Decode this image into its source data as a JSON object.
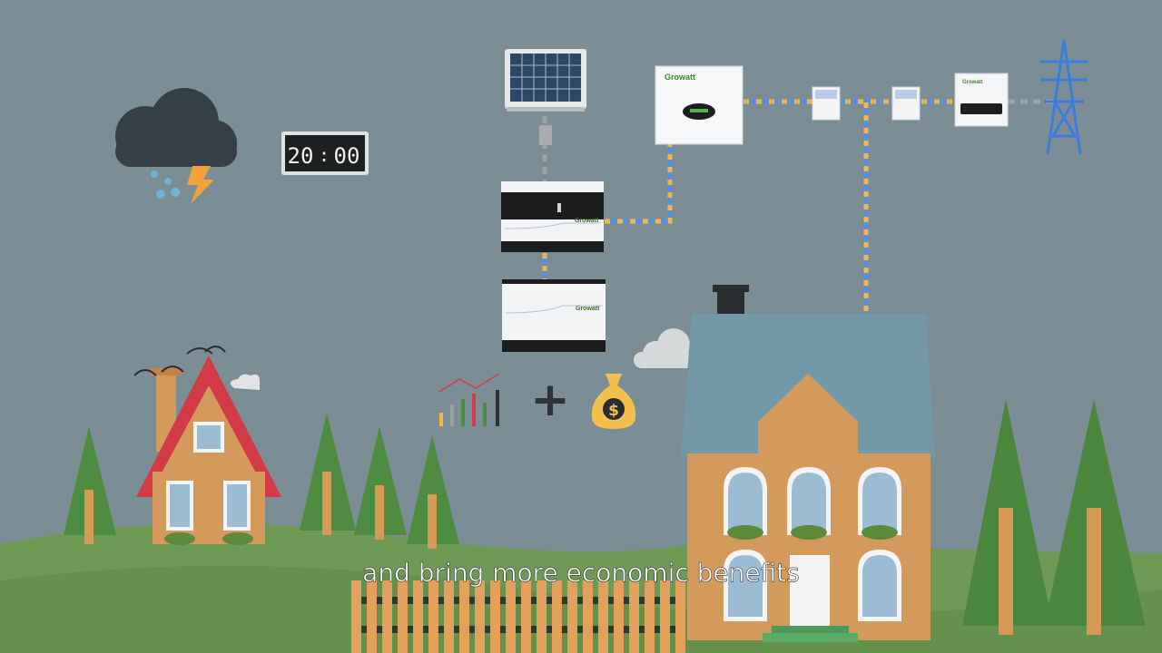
{
  "scene": {
    "clock": {
      "hours": "20",
      "separator": ":",
      "minutes": "00"
    },
    "brand_labels": {
      "inverter": "Growatt",
      "battery_top": "Growatt",
      "battery_bottom": "Growatt",
      "smart_meter": "Growatt"
    },
    "money_symbol": "$",
    "plus_symbol": "+",
    "subtitle": "and bring more economic benefits"
  },
  "colors": {
    "sky": "#7b8e96",
    "hill": "#6c9a52",
    "tree": "#4b8a3f",
    "trunk": "#d5944e",
    "red_roof": "#d23a45",
    "blue_roof": "#7398a8",
    "house_wall": "#d39a5c",
    "cable_yellow": "#f0b84a",
    "cable_blue": "#5a8ee0",
    "cable_gray": "#9fa4a6",
    "pylon": "#3c7ddb"
  }
}
